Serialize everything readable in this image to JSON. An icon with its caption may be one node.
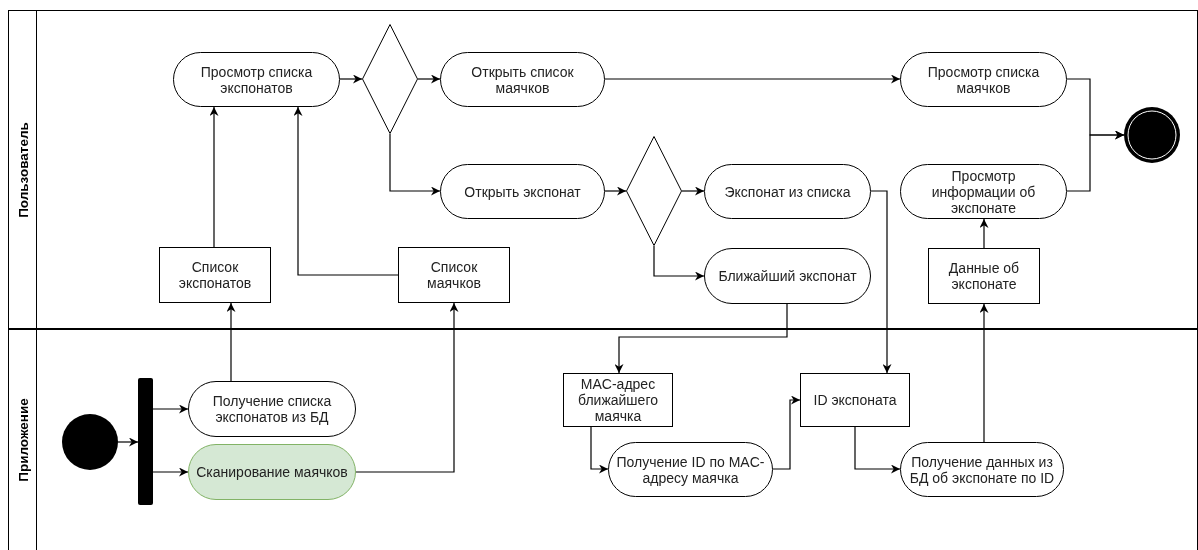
{
  "diagram": {
    "nodes": [
      {
        "text": [
          "Пользователь"
        ]
      },
      {
        "text": [
          "Приложение"
        ]
      },
      {
        "text": [
          "Просмотр списка экспонатов"
        ],
        "in": 0
      },
      {
        "text": [],
        "shape": "diamond",
        "in": 0
      },
      {
        "text": [
          "Открыть список маячков"
        ],
        "in": 0
      },
      {
        "text": [
          "Просмотр списка маячков"
        ],
        "in": 0
      },
      {
        "text": [],
        "shape": "circle",
        "in": 0
      },
      {
        "text": [
          "Открыть экспонат"
        ],
        "in": 0
      },
      {
        "text": [],
        "shape": "diamond",
        "in": 0
      },
      {
        "text": [
          "Экспонат из списка"
        ],
        "in": 0
      },
      {
        "text": [
          "Просмотр информации об экспонате"
        ],
        "in": 0
      },
      {
        "text": [
          "Список экспонатов"
        ],
        "in": 0
      },
      {
        "text": [
          "Список маячков"
        ],
        "in": 0
      },
      {
        "text": [
          "Ближайший экспонат"
        ],
        "in": 0
      },
      {
        "text": [
          "Данные об экспонате"
        ],
        "in": 0
      },
      {
        "text": [],
        "shape": "circle",
        "in": 1
      },
      {
        "text": [],
        "shape": "bar",
        "in": 1
      },
      {
        "text": [
          "Получение списка экспонатов из БД"
        ],
        "in": 1
      },
      {
        "text": [
          "Сканирование маячков"
        ],
        "in": 1
      },
      {
        "text": [
          "MAC-адрес ближайшего маячка"
        ],
        "in": 1
      },
      {
        "text": [
          "ID экспоната"
        ],
        "in": 1
      },
      {
        "text": [
          "Получение ID по MAC-адресу маячка"
        ],
        "in": 1
      },
      {
        "text": [
          "Получение данных из БД об экспонате по ID"
        ],
        "in": 1
      }
    ],
    "edges": [
      {
        "from": 15,
        "to": 16,
        "arrow": "to"
      },
      {
        "from": 16,
        "to": 17,
        "arrow": "to"
      },
      {
        "from": 16,
        "to": 18,
        "arrow": "to"
      },
      {
        "from": 17,
        "to": 11,
        "arrow": "to"
      },
      {
        "from": 18,
        "to": 12,
        "arrow": "to"
      },
      {
        "from": 11,
        "to": 2,
        "arrow": "to"
      },
      {
        "from": 12,
        "to": 2,
        "arrow": "to"
      },
      {
        "from": 2,
        "to": 3,
        "arrow": "to"
      },
      {
        "from": 3,
        "to": 4,
        "arrow": "to"
      },
      {
        "from": 3,
        "to": 7,
        "arrow": "to"
      },
      {
        "from": 4,
        "to": 5,
        "arrow": "to"
      },
      {
        "from": 7,
        "to": 8,
        "arrow": "to"
      },
      {
        "from": 8,
        "to": 9,
        "arrow": "to"
      },
      {
        "from": 8,
        "to": 13,
        "arrow": "to"
      },
      {
        "from": 9,
        "to": 20,
        "arrow": "to"
      },
      {
        "from": 13,
        "to": 19,
        "arrow": "to"
      },
      {
        "from": 19,
        "to": 21,
        "arrow": "to"
      },
      {
        "from": 21,
        "to": 20,
        "arrow": "to"
      },
      {
        "from": 20,
        "to": 22,
        "arrow": "to"
      },
      {
        "from": 22,
        "to": 14,
        "arrow": "to"
      },
      {
        "from": 14,
        "to": 10,
        "arrow": "to"
      },
      {
        "from": 5,
        "to": 6,
        "arrow": "to"
      },
      {
        "from": 10,
        "to": 6,
        "arrow": "to"
      }
    ]
  }
}
